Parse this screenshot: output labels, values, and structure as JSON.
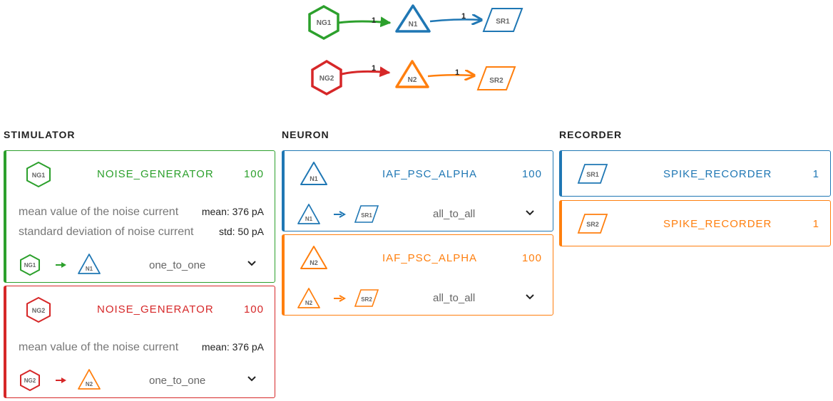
{
  "colors": {
    "green": "#2ca02c",
    "red": "#d62728",
    "blue": "#1f77b4",
    "orange": "#ff7f0e"
  },
  "graph": {
    "nodes": [
      {
        "id": "NG1",
        "shape": "hexagon",
        "color": "green"
      },
      {
        "id": "N1",
        "shape": "triangle",
        "color": "blue"
      },
      {
        "id": "SR1",
        "shape": "parallelogram",
        "color": "blue"
      },
      {
        "id": "NG2",
        "shape": "hexagon",
        "color": "red"
      },
      {
        "id": "N2",
        "shape": "triangle",
        "color": "orange"
      },
      {
        "id": "SR2",
        "shape": "parallelogram",
        "color": "orange"
      }
    ],
    "edges": [
      {
        "from": "NG1",
        "to": "N1",
        "weight": "1",
        "color": "green"
      },
      {
        "from": "N1",
        "to": "SR1",
        "weight": "1",
        "color": "blue"
      },
      {
        "from": "NG2",
        "to": "N2",
        "weight": "1",
        "color": "red"
      },
      {
        "from": "N2",
        "to": "SR2",
        "weight": "1",
        "color": "orange"
      }
    ]
  },
  "columns": {
    "stimulator": "STIMULATOR",
    "neuron": "NEURON",
    "recorder": "RECORDER"
  },
  "stimulators": [
    {
      "label": "NG1",
      "model": "NOISE_GENERATOR",
      "count": "100",
      "color": "green",
      "params": [
        {
          "label": "mean value of the noise current",
          "value": "mean: 376 pA"
        },
        {
          "label": "standard deviation of noise current",
          "value": "std: 50 pA"
        }
      ],
      "connection": {
        "source": "NG1",
        "target": "N1",
        "target_color": "blue",
        "rule": "one_to_one"
      }
    },
    {
      "label": "NG2",
      "model": "NOISE_GENERATOR",
      "count": "100",
      "color": "red",
      "params": [
        {
          "label": "mean value of the noise current",
          "value": "mean: 376 pA"
        }
      ],
      "connection": {
        "source": "NG2",
        "target": "N2",
        "target_color": "orange",
        "rule": "one_to_one"
      }
    }
  ],
  "neurons": [
    {
      "label": "N1",
      "model": "IAF_PSC_ALPHA",
      "count": "100",
      "color": "blue",
      "connection": {
        "source": "N1",
        "target": "SR1",
        "target_color": "blue",
        "rule": "all_to_all"
      }
    },
    {
      "label": "N2",
      "model": "IAF_PSC_ALPHA",
      "count": "100",
      "color": "orange",
      "connection": {
        "source": "N2",
        "target": "SR2",
        "target_color": "orange",
        "rule": "all_to_all"
      }
    }
  ],
  "recorders": [
    {
      "label": "SR1",
      "model": "SPIKE_RECORDER",
      "count": "1",
      "color": "blue"
    },
    {
      "label": "SR2",
      "model": "SPIKE_RECORDER",
      "count": "1",
      "color": "orange"
    }
  ]
}
